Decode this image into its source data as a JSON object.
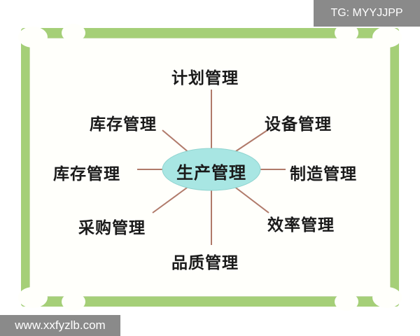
{
  "diagram": {
    "center": "生产管理",
    "nodes": {
      "top": "计划管理",
      "upper_left": "库存管理",
      "left": "库存管理",
      "lower_left": "采购管理",
      "bottom": "品质管理",
      "upper_right": "设备管理",
      "right": "制造管理",
      "lower_right": "效率管理"
    },
    "colors": {
      "frame": "#a5cf78",
      "center_fill": "#a8e6e3",
      "connector": "#b07a6a"
    }
  },
  "watermarks": {
    "top_right": "TG: MYYJJPP",
    "bottom_left": "www.xxfyzlb.com"
  }
}
